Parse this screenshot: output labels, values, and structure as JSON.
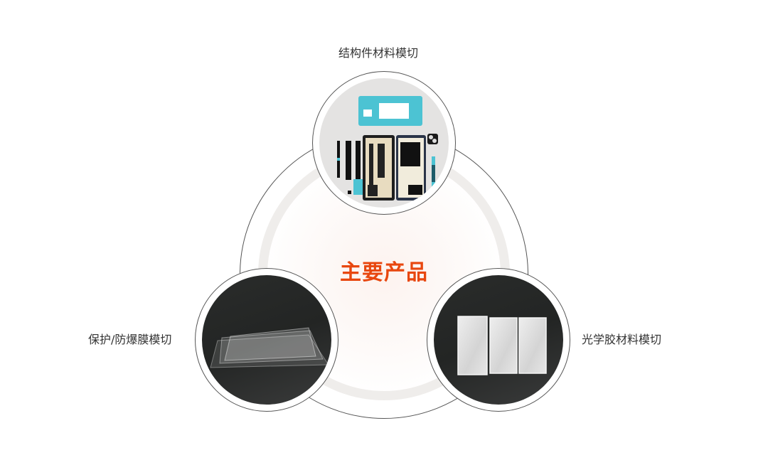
{
  "diagram": {
    "center_title": "主要产品",
    "nodes": [
      {
        "id": "structural",
        "label": "结构件材料模切",
        "position": "top",
        "image": "phone-frame-structural-parts"
      },
      {
        "id": "protective",
        "label": "保护/防爆膜模切",
        "position": "bottom-left",
        "image": "transparent-protective-films"
      },
      {
        "id": "optical",
        "label": "光学胶材料模切",
        "position": "bottom-right",
        "image": "optical-adhesive-sheets"
      }
    ]
  },
  "colors": {
    "accent": "#e8470f",
    "label_text": "#333333",
    "ring": "#efedeb",
    "outline": "#555555",
    "dark_disc": "#252726",
    "light_disc": "#e4e3e2",
    "cyan_parts": "#4cc3d3"
  }
}
